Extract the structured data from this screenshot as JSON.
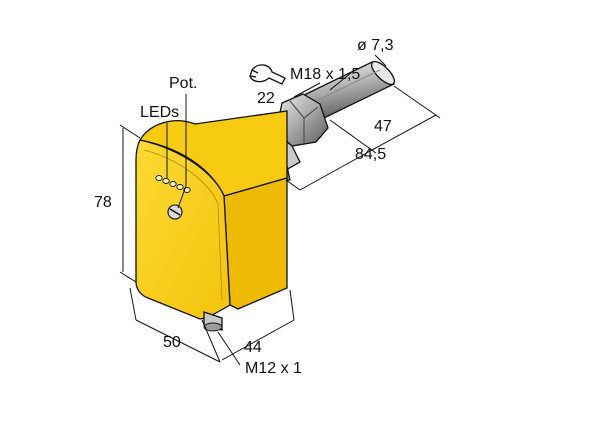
{
  "diagram": {
    "labels": {
      "pot": "Pot.",
      "leds": "LEDs",
      "height": "78",
      "width": "50",
      "depth": "44",
      "connector": "M12 x 1",
      "thread": "M18 x 1,5",
      "wrench": "22",
      "probe_dia": "ø 7,3",
      "probe_len": "47",
      "total_len": "84,5"
    },
    "colors": {
      "housing_front": "#FAD21C",
      "housing_top": "#F6CB12",
      "housing_side": "#EDBB05",
      "metal_light": "#E6E6E6",
      "metal_mid": "#AFAFAF",
      "metal_dark": "#6E6E6E",
      "outline": "#111111"
    }
  }
}
